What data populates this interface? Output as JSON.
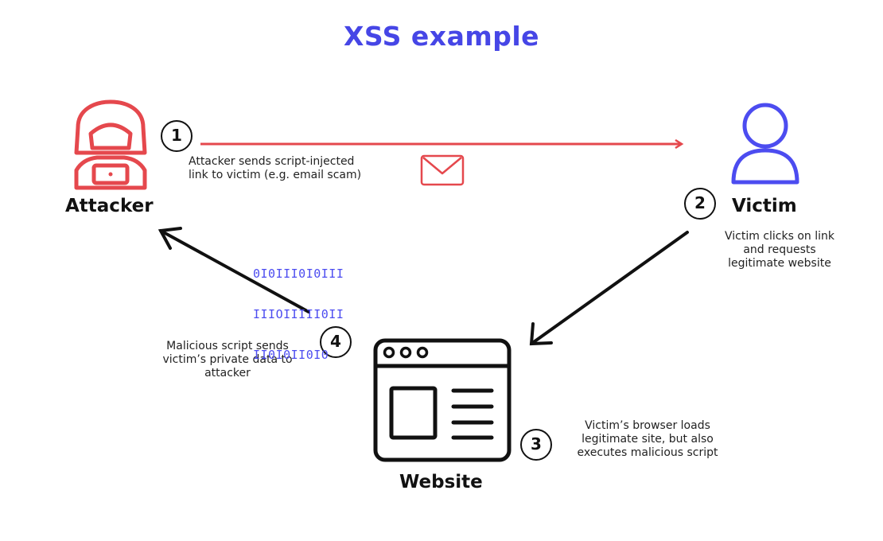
{
  "title": "XSS example",
  "colors": {
    "title": "#4646e6",
    "attacker": "#e5484d",
    "victim": "#4c4cf0",
    "dark": "#111111",
    "binary": "#4c4cf0"
  },
  "nodes": {
    "attacker": {
      "label": "Attacker",
      "icon": "hacker-icon"
    },
    "victim": {
      "label": "Victim",
      "icon": "user-icon"
    },
    "website": {
      "label": "Website",
      "icon": "browser-window-icon"
    }
  },
  "steps": [
    {
      "number": "1",
      "text": [
        "Attacker sends script-injected",
        "link to victim (e.g. email scam)"
      ]
    },
    {
      "number": "2",
      "text": [
        "Victim clicks on link",
        "and requests",
        "legitimate website"
      ]
    },
    {
      "number": "3",
      "text": [
        "Victim’s browser loads",
        "legitimate site, but also",
        "executes malicious script"
      ]
    },
    {
      "number": "4",
      "text": [
        "Malicious script sends",
        "victim’s private data to",
        "attacker"
      ]
    }
  ],
  "binary_lines": [
    "0I0III0I0III",
    "IIIOIIIII0II",
    "II0I0II0I0"
  ],
  "icons": {
    "email": "envelope-icon",
    "data": "binary-data-icon"
  }
}
